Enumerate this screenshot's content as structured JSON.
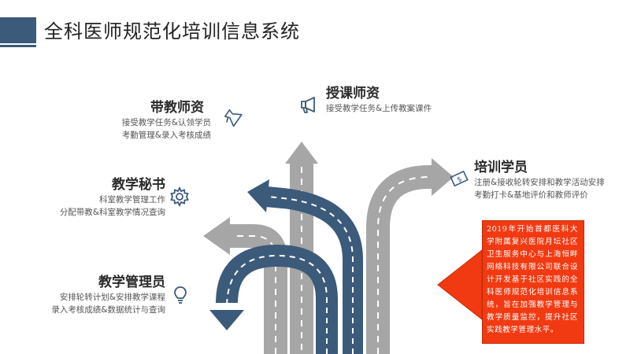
{
  "page": {
    "title": "全科医师规范化培训信息系统"
  },
  "roles": {
    "teacher": {
      "title": "带教师资",
      "lines": [
        "接受教学任务&认领学员",
        "考勤管理&录入考核成绩"
      ],
      "icon": "megaphone-icon"
    },
    "lecturer": {
      "title": "授课师资",
      "lines": [
        "接受教学任务&上传教案课件"
      ],
      "icon": "megaphone-icon"
    },
    "secretary": {
      "title": "教学秘书",
      "lines": [
        "科室教学管理工作",
        "分配带教&科室教学情况查询"
      ],
      "icon": "gear-icon"
    },
    "trainee": {
      "title": "培训学员",
      "lines": [
        "注册&接收轮转安排和教学活动安排",
        "考勤打卡&基地评价和教师评价"
      ],
      "icon": "money-icon"
    },
    "admin": {
      "title": "教学管理员",
      "lines": [
        "安排轮转计划&安排教学课程",
        "录入考核成绩&数据统计与查询"
      ],
      "icon": "lightbulb-icon"
    }
  },
  "callout": {
    "text": "2019年开始首都医科大学附属复兴医院月坛社区卫生服务中心与上海恒畔网络科技有限公司联合设计开发基于社区实践的全科医师规范化培训信息系统，旨在加强教学管理与教学质量监控，提升社区实践教学管理水平。"
  },
  "colors": {
    "primary": "#3c5a7a",
    "road_gray": "#a6a6a6",
    "callout_red": "#f23a12"
  }
}
